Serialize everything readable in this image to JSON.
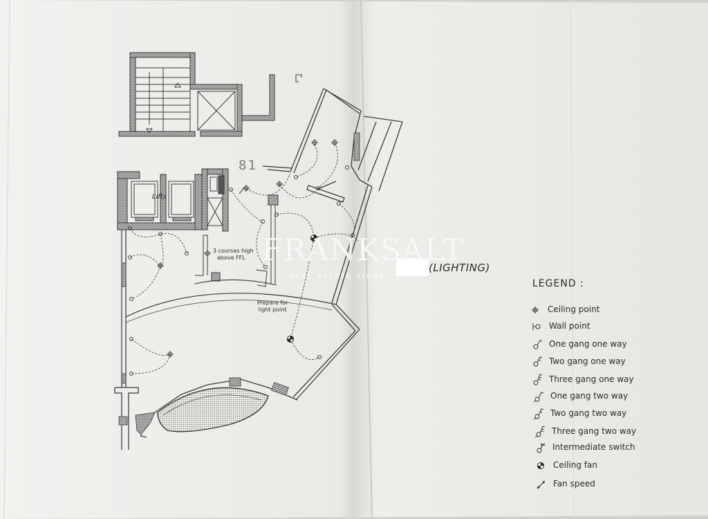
{
  "plan": {
    "lifts_label": "Lifts",
    "level_number": "81",
    "courses_note_line1": "3 courses high",
    "courses_note_line2": "above FFL",
    "prepare_note_line1": "Prepare for",
    "prepare_note_line2": "light point",
    "title_suffix": "(LIGHTING)"
  },
  "watermark": {
    "brand": "FRANKSALT",
    "tagline": "REAL ESTATE SINCE"
  },
  "legend": {
    "title": "LEGEND :",
    "items": [
      {
        "label": "Ceiling point",
        "icon": "ceiling-point-icon"
      },
      {
        "label": "Wall point",
        "icon": "wall-point-icon"
      },
      {
        "label": "One gang one way",
        "icon": "one-gang-one-way-icon"
      },
      {
        "label": "Two gang one way",
        "icon": "two-gang-one-way-icon"
      },
      {
        "label": "Three gang one way",
        "icon": "three-gang-one-way-icon"
      },
      {
        "label": "One gang two way",
        "icon": "one-gang-two-way-icon"
      },
      {
        "label": "Two gang two way",
        "icon": "two-gang-two-way-icon"
      },
      {
        "label": "Three gang two way",
        "icon": "three-gang-two-way-icon"
      },
      {
        "label": "Intermediate switch",
        "icon": "intermediate-switch-icon"
      },
      {
        "label": "Ceiling fan",
        "icon": "ceiling-fan-icon"
      },
      {
        "label": "Fan speed",
        "icon": "fan-speed-icon"
      }
    ]
  },
  "colors": {
    "paper": "#ecedea",
    "ink": "#3a3a3a",
    "wall_hatch": "#8a8a8a"
  }
}
